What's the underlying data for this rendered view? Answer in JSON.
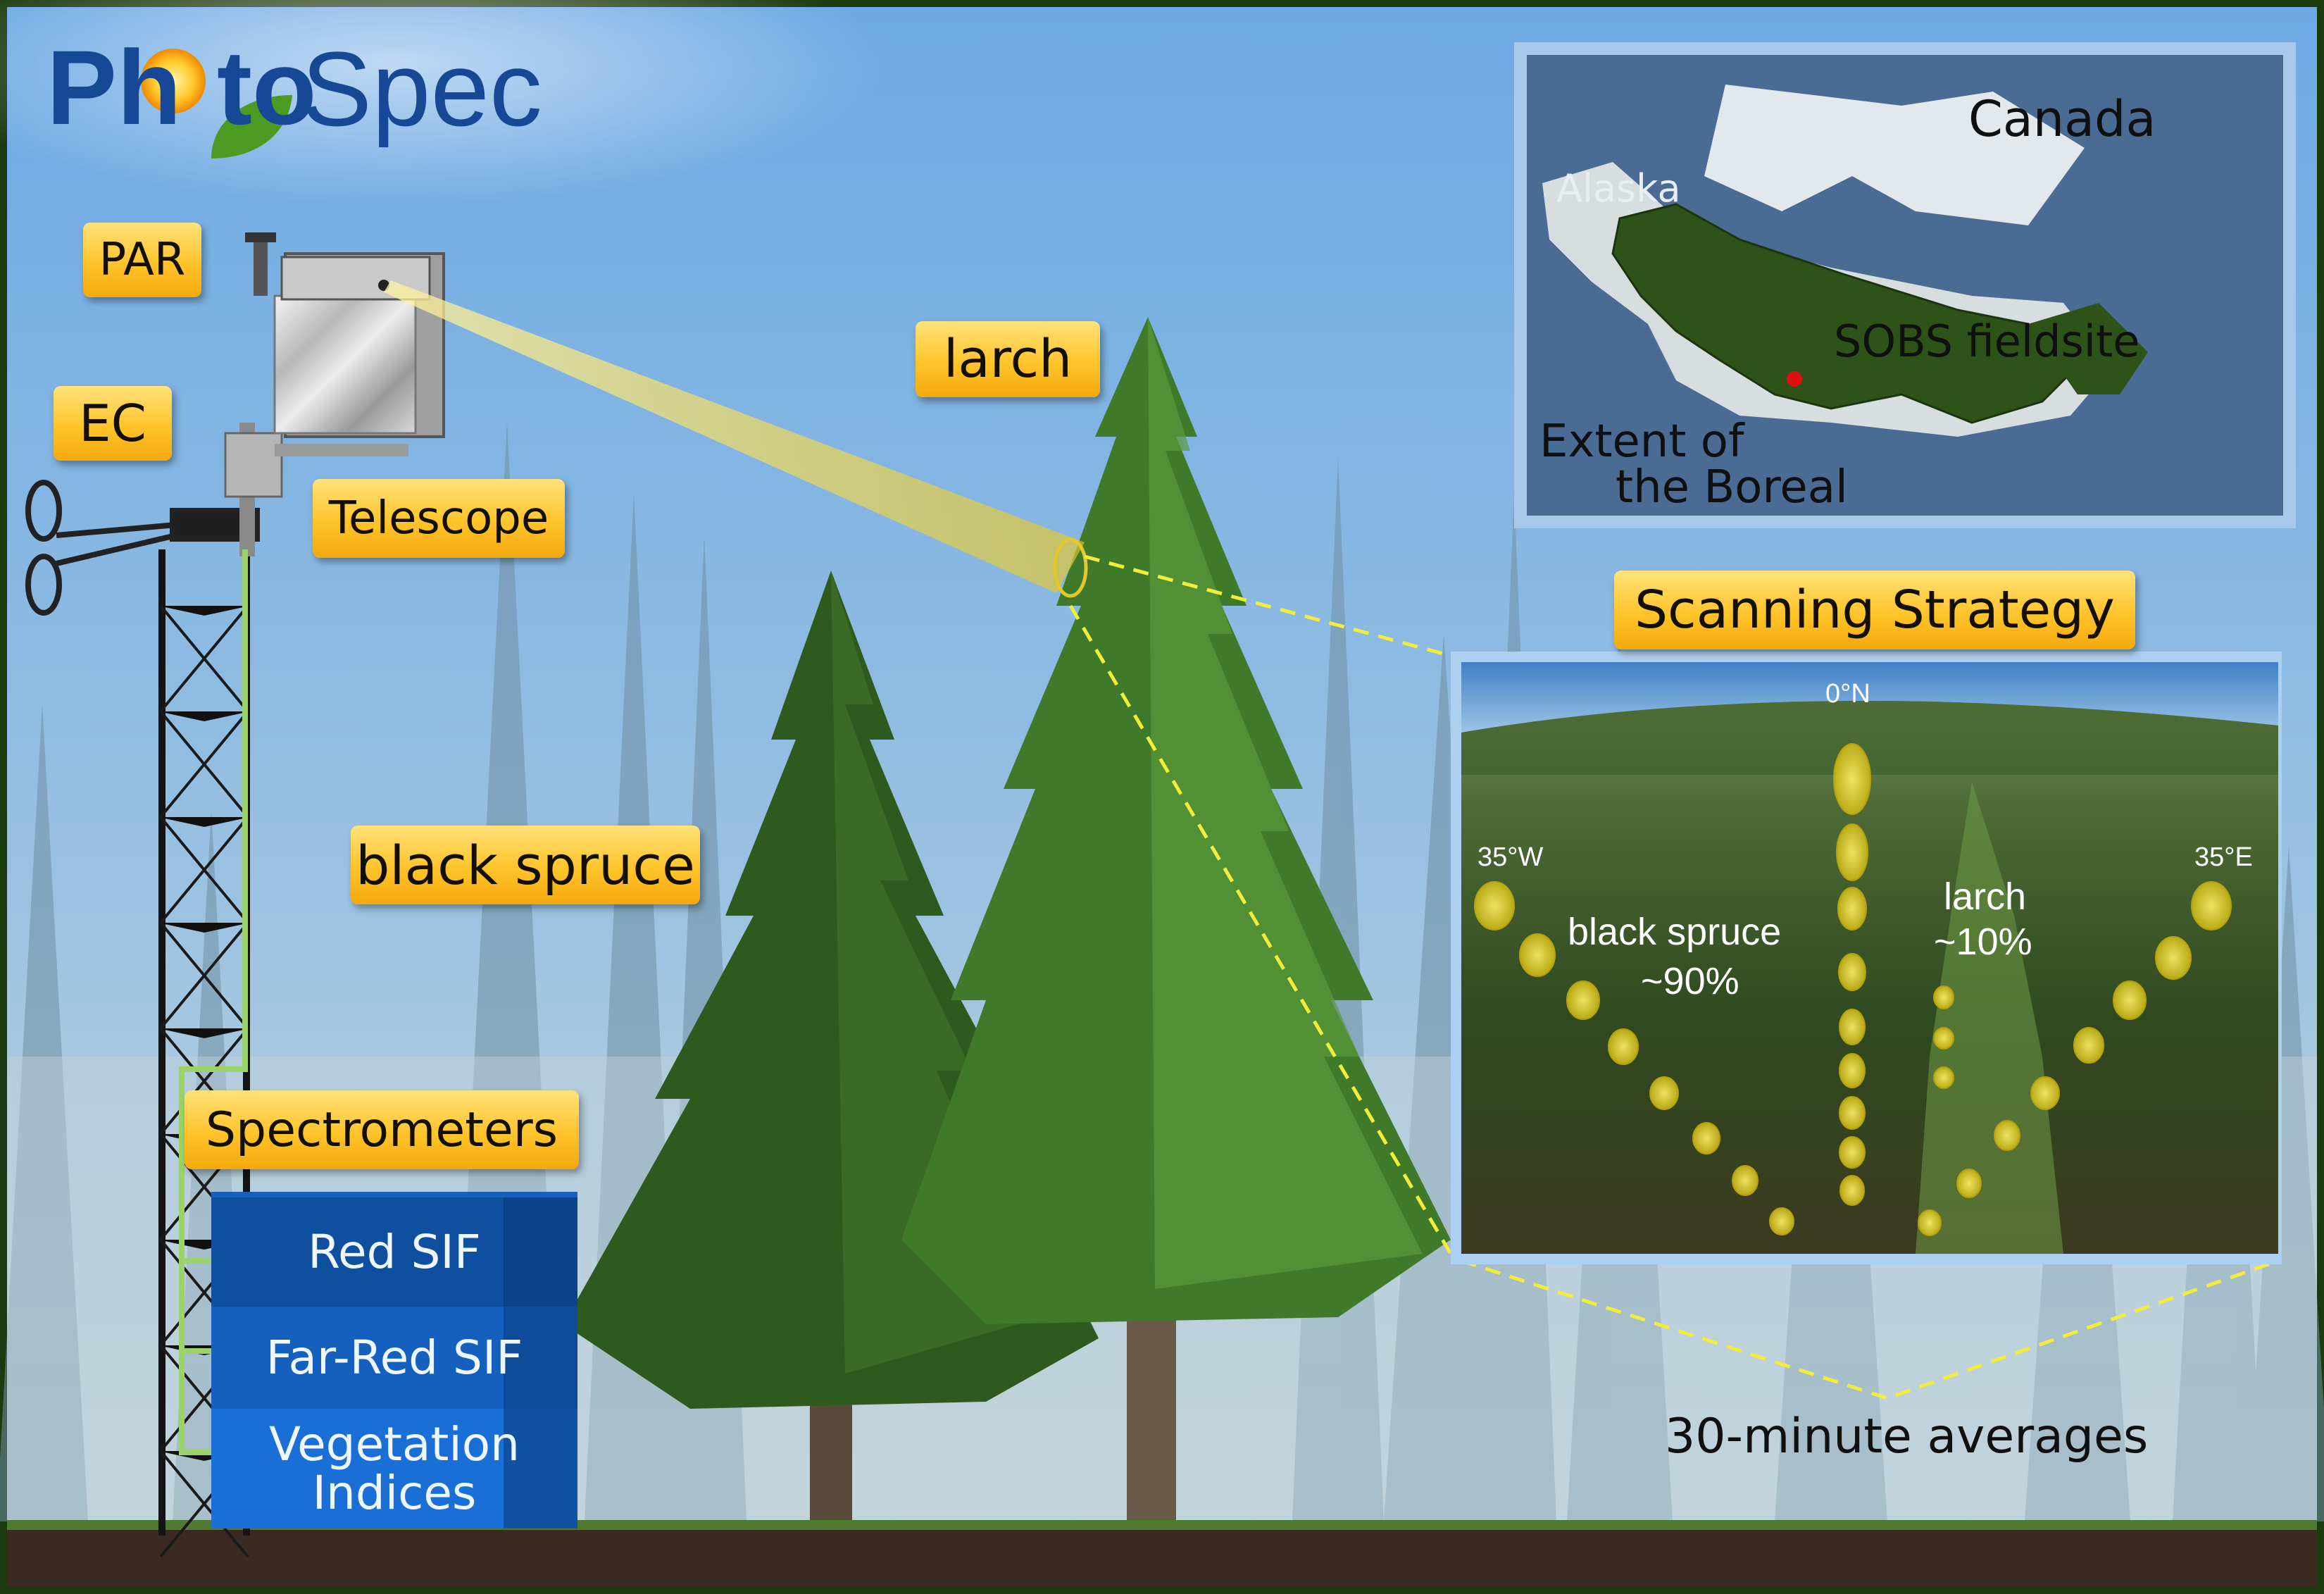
{
  "logo": {
    "part1": "Ph",
    "part2": "to",
    "part3": "Spec"
  },
  "labels": {
    "par": "PAR",
    "ec": "EC",
    "telescope": "Telescope",
    "larch": "larch",
    "black_spruce": "black spruce",
    "spectrometers": "Spectrometers",
    "scanning_strategy": "Scanning Strategy"
  },
  "spectrometer_channels": [
    "Red SIF",
    "Far-Red SIF",
    "Vegetation Indices"
  ],
  "map": {
    "country": "Canada",
    "alaska": "Alaska",
    "site": "SOBS fieldsite",
    "boreal_line1": "Extent of",
    "boreal_line2": "the Boreal"
  },
  "scan": {
    "north": "0°N",
    "west": "35°W",
    "east": "35°E",
    "spruce_name": "black spruce",
    "spruce_pct": "~90%",
    "larch_name": "larch",
    "larch_pct": "~10%"
  },
  "averages": "30-minute averages",
  "colors": {
    "tag": "#ffc42b",
    "boreal": "#2e5318",
    "map_bg": "#4a6c94",
    "spec_dark": "#0f4f9f",
    "spec_light": "#1a6fd6",
    "cable": "#9bd36b",
    "footprint": "#e5d42a"
  },
  "icons": [
    "sun-logo-icon",
    "leaf-logo-icon",
    "sonic-anemometer-icon"
  ]
}
